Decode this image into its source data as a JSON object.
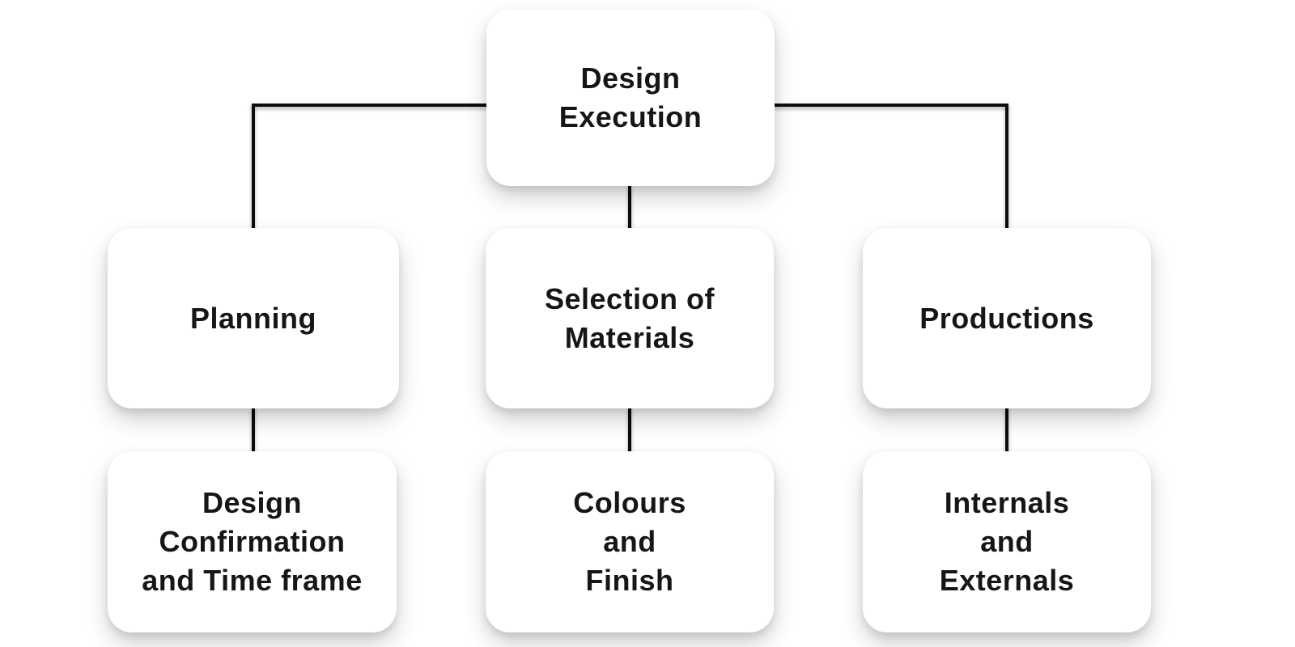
{
  "flowchart": {
    "nodes": {
      "root": {
        "label": "Design\nExecution"
      },
      "planning": {
        "label": "Planning"
      },
      "materials": {
        "label": "Selection of\nMaterials"
      },
      "productions": {
        "label": "Productions"
      },
      "design_confirmation": {
        "label": "Design\nConfirmation\nand Time frame"
      },
      "colours_finish": {
        "label": "Colours\nand\nFinish"
      },
      "internals_externals": {
        "label": "Internals\nand\nExternals"
      }
    },
    "edges": [
      {
        "from": "root",
        "to": "planning"
      },
      {
        "from": "root",
        "to": "materials"
      },
      {
        "from": "root",
        "to": "productions"
      },
      {
        "from": "planning",
        "to": "design_confirmation"
      },
      {
        "from": "materials",
        "to": "colours_finish"
      },
      {
        "from": "productions",
        "to": "internals_externals"
      }
    ],
    "colors": {
      "background": "#ffffff",
      "node_fill": "#ffffff",
      "connector": "#0d0d0d",
      "text": "#161616"
    }
  }
}
